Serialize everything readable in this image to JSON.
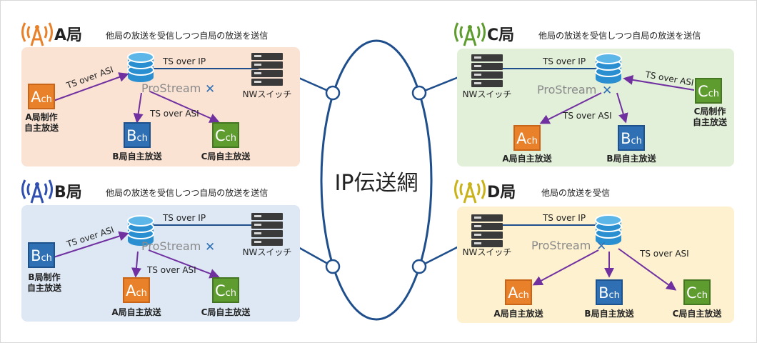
{
  "colors": {
    "orange": "#e8812a",
    "blue": "#2f6fb4",
    "green": "#5e9c2f",
    "yellow": "#c9b318",
    "arrow": "#7030a0",
    "link": "#1f4e8c",
    "station_a_bg": "#fbe3d4",
    "station_b_bg": "#dde8f4",
    "station_c_bg": "#e2efd9",
    "station_d_bg": "#fdf1cf",
    "prostream_x": "#2f6fb4"
  },
  "network": {
    "label": "IP伝送網"
  },
  "common": {
    "ts_over_ip": "TS over IP",
    "ts_over_asi": "TS over ASI",
    "nw_switch": "NWスイッチ",
    "prostream": "ProStream",
    "prostream_x": "✕"
  },
  "channels": {
    "a": {
      "big": "A",
      "small": "ch"
    },
    "b": {
      "big": "B",
      "small": "ch"
    },
    "c": {
      "big": "C",
      "small": "ch"
    }
  },
  "stations": {
    "a": {
      "name": "A局",
      "description": "他局の放送を受信しつつ自局の放送を送信",
      "source_caption": [
        "A局制作",
        "自主放送"
      ],
      "outputs": [
        "B局自主放送",
        "C局自主放送"
      ]
    },
    "b": {
      "name": "B局",
      "description": "他局の放送を受信しつつ自局の放送を送信",
      "source_caption": [
        "B局制作",
        "自主放送"
      ],
      "outputs": [
        "A局自主放送",
        "C局自主放送"
      ]
    },
    "c": {
      "name": "C局",
      "description": "他局の放送を受信しつつ自局の放送を送信",
      "source_caption": [
        "C局制作",
        "自主放送"
      ],
      "outputs": [
        "A局自主放送",
        "B局自主放送"
      ]
    },
    "d": {
      "name": "D局",
      "description": "他局の放送を受信",
      "outputs": [
        "A局自主放送",
        "B局自主放送",
        "C局自主放送"
      ]
    }
  }
}
